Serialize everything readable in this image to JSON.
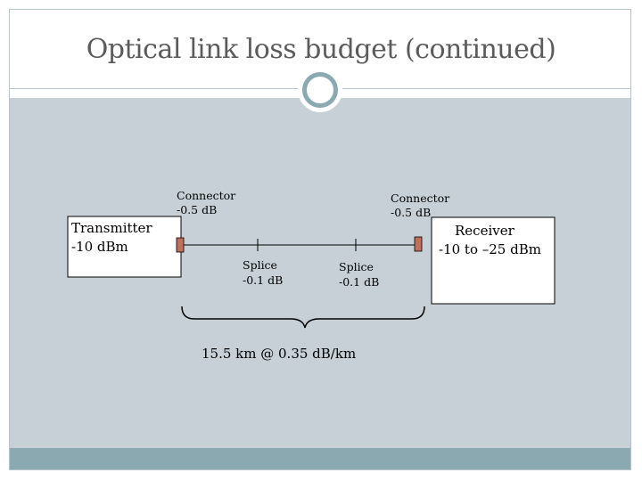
{
  "slide": {
    "title": "Optical link loss budget (continued)"
  },
  "diagram": {
    "transmitter": {
      "name": "Transmitter",
      "power": "-10 dBm"
    },
    "receiver": {
      "name": "Receiver",
      "range": "-10 to –25 dBm"
    },
    "connector_left": {
      "name": "Connector",
      "loss": "-0.5 dB"
    },
    "connector_right": {
      "name": "Connector",
      "loss": "-0.5 dB"
    },
    "splice_1": {
      "name": "Splice",
      "loss": "-0.1 dB"
    },
    "splice_2": {
      "name": "Splice",
      "loss": "-0.1 dB"
    },
    "fiber_span": "15.5 km @ 0.35 dB/km"
  },
  "colors": {
    "content_bg": "#c6d0d6",
    "accent": "#8aa9b0",
    "connector": "#c0705a"
  }
}
